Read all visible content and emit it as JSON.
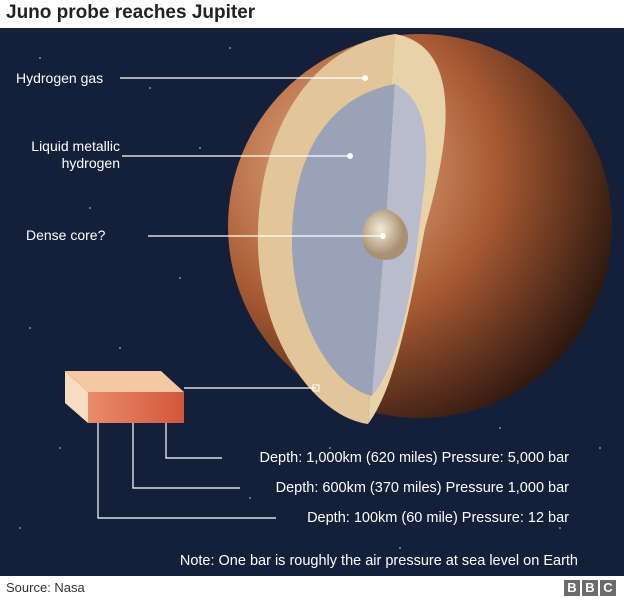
{
  "title": "Juno probe reaches Jupiter",
  "labels": {
    "hydrogen_gas": "Hydrogen gas",
    "liquid_metallic": "Liquid metallic hydrogen",
    "dense_core": "Dense core?"
  },
  "depths": [
    "Depth: 1,000km (620 miles) Pressure: 5,000 bar",
    "Depth: 600km (370 miles) Pressure 1,000 bar",
    "Depth: 100km (60 mile) Pressure: 12 bar"
  ],
  "note": "Note: One bar is roughly the air pressure at sea level on Earth",
  "source": "Source: Nasa",
  "logo": "BBC",
  "colors": {
    "space": "#14203a",
    "gas_layer": "#e2c69a",
    "metallic_layer": "#aab0c4",
    "core": "#d8c8a8"
  }
}
